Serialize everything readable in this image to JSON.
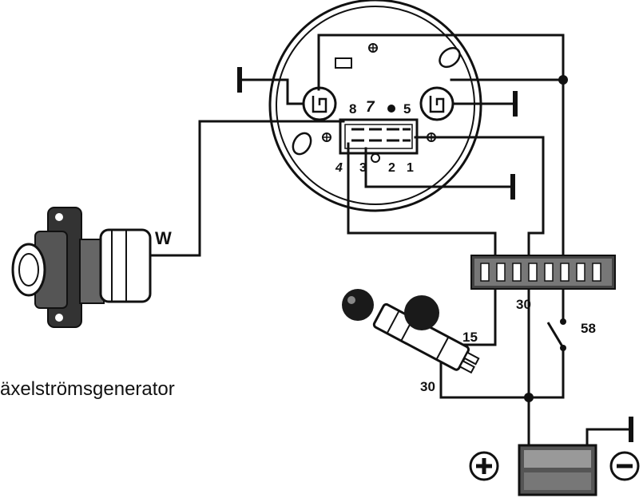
{
  "diagram": {
    "caption": "äxelströmsgenerator",
    "wire_label_w": "W",
    "terminal_labels": {
      "t8": "8",
      "t7": "7",
      "t5": "5",
      "t4": "4",
      "t3": "3",
      "t2": "2",
      "t1": "1"
    },
    "wire_labels": {
      "w15": "15",
      "w30_top": "30",
      "w30_bottom": "30",
      "w58": "58"
    }
  }
}
